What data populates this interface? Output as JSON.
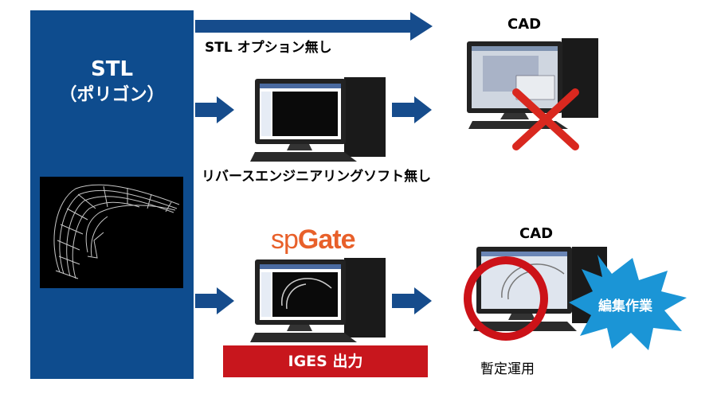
{
  "source_panel": {
    "title": "STL",
    "subtitle": "（ポリゴン）"
  },
  "top_route": {
    "label": "STL オプション無し",
    "cad_label": "CAD"
  },
  "middle_route": {
    "label": "リバースエンジニアリングソフト無し"
  },
  "bottom_route": {
    "logo_prefix": "sp",
    "logo_main": "Gate",
    "output_label": "IGES 出力",
    "cad_label": "CAD",
    "burst_label": "編集作業",
    "result_label": "暫定運用"
  },
  "colors": {
    "panel_blue": "#0e4c8e",
    "arrow_blue": "#164c8c",
    "cross_red": "#d9281f",
    "circle_red": "#cc1218",
    "burst_blue": "#1b95d6",
    "logo_orange": "#e8602a",
    "iges_red": "#c8161d"
  },
  "icons": [
    "computer-icon",
    "cross-mark-icon",
    "circle-mark-icon",
    "burst-icon",
    "arrow-icon"
  ]
}
